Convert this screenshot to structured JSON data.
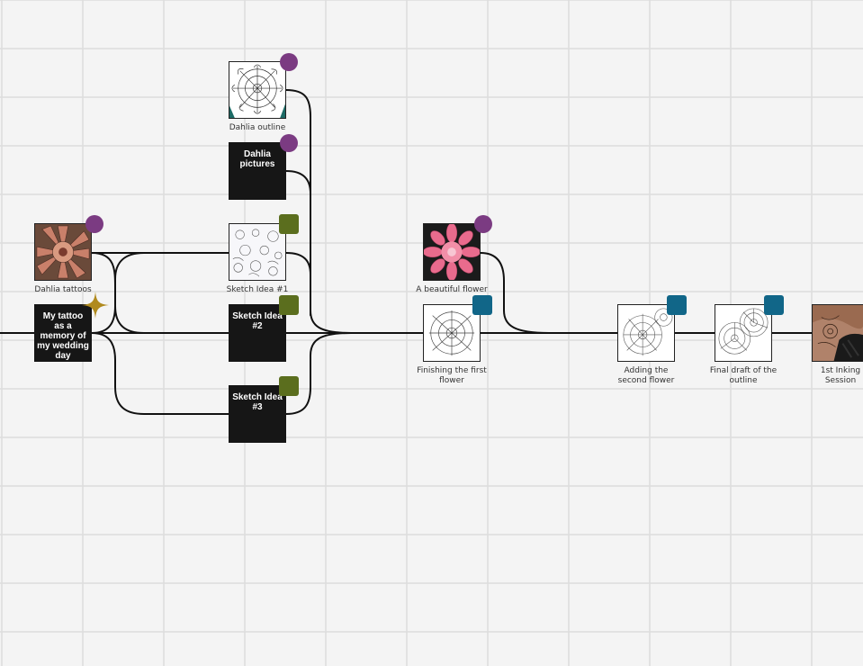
{
  "colors": {
    "background": "#f4f4f4",
    "grid": "#dcdcdc",
    "link": "#111111",
    "tag_purple": "#7b3b82",
    "tag_green": "#5b6e1e",
    "tag_blue": "#116688",
    "star_gold": "#b08a1e",
    "dark_node": "#161616"
  },
  "nodes": {
    "dahlia_outline": {
      "caption": "Dahlia outline",
      "tag": "circle",
      "image": "dahlia-line-drawing"
    },
    "dahlia_pictures": {
      "label": "Dahlia pictures",
      "tag": "circle"
    },
    "dahlia_tattoos": {
      "caption": "Dahlia tattoos",
      "tag": "circle",
      "image": "dahlia-tattoo-photo"
    },
    "memory": {
      "label": "My tattoo as a memory of my wedding day",
      "badge": "star-icon"
    },
    "sketch1": {
      "caption": "Sketch Idea #1",
      "tag": "square-green",
      "image": "sketch-sheet"
    },
    "sketch2": {
      "label": "Sketch Idea #2",
      "tag": "square-green"
    },
    "sketch3": {
      "label": "Sketch Idea #3",
      "tag": "square-green"
    },
    "beautiful_flower": {
      "caption": "A beautiful flower",
      "tag": "circle",
      "image": "pink-dahlia-photo"
    },
    "first_flower": {
      "caption": "Finishing the first flower",
      "tag": "square-blue",
      "image": "dahlia-line-drawing"
    },
    "second_flower": {
      "caption": "Adding the second flower",
      "tag": "square-blue",
      "image": "two-dahlia-drawing"
    },
    "final_draft": {
      "caption": "Final draft of the outline",
      "tag": "square-blue",
      "image": "dahlia-outline-draft"
    },
    "inking": {
      "caption": "1st Inking Session",
      "tag": "square-blue",
      "image": "inking-photo"
    }
  }
}
